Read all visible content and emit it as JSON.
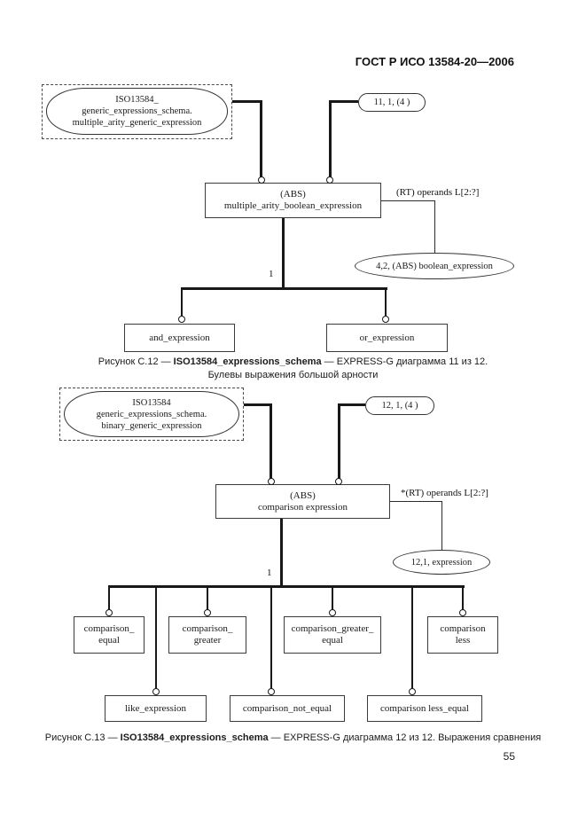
{
  "page": {
    "header": "ГОСТ Р ИСО 13584-20—2006",
    "page_number": "55"
  },
  "diagram1": {
    "schema_ref": {
      "line1": "ISO13584_",
      "line2": "generic_expressions_schema.",
      "line3": "multiple_arity_generic_expression"
    },
    "page_ref": "11, 1, (4 )",
    "main_box": {
      "line1": "(ABS)",
      "line2": "multiple_arity_boolean_expression"
    },
    "attr_label": "(RT) operands L[2:?]",
    "target_oval": "4,2, (ABS) boolean_expression",
    "branch_label": "1",
    "subtypes": [
      "and_expression",
      "or_expression"
    ],
    "caption_prefix": "Рисунок С.12 — ",
    "caption_bold": "ISO13584_expressions_schema",
    "caption_suffix": " — EXPRESS-G диаграмма 11 из 12.",
    "caption_line2": "Булевы выражения большой арности"
  },
  "diagram2": {
    "schema_ref": {
      "line1": "ISO13584",
      "line2": "generic_expressions_schema.",
      "line3": "binary_generic_expression"
    },
    "page_ref": "12, 1, (4 )",
    "main_box": {
      "line1": "(ABS)",
      "line2": "comparison expression"
    },
    "attr_label": "*(RT) operands L[2:?]",
    "target_oval": "12,1, expression",
    "branch_label": "1",
    "subtypes_row1": [
      {
        "line1": "comparison_",
        "line2": "equal"
      },
      {
        "line1": "comparison_",
        "line2": "greater"
      },
      {
        "line1": "comparison_greater_",
        "line2": "equal"
      },
      {
        "line1": "comparison",
        "line2": "less"
      }
    ],
    "subtypes_row2": [
      "like_expression",
      "comparison_not_equal",
      "comparison less_equal"
    ],
    "caption_prefix": "Рисунок С.13 — ",
    "caption_bold": "ISO13584_expressions_schema",
    "caption_suffix": " — EXPRESS-G диаграмма 12 из 12. Выражения сравнения"
  }
}
